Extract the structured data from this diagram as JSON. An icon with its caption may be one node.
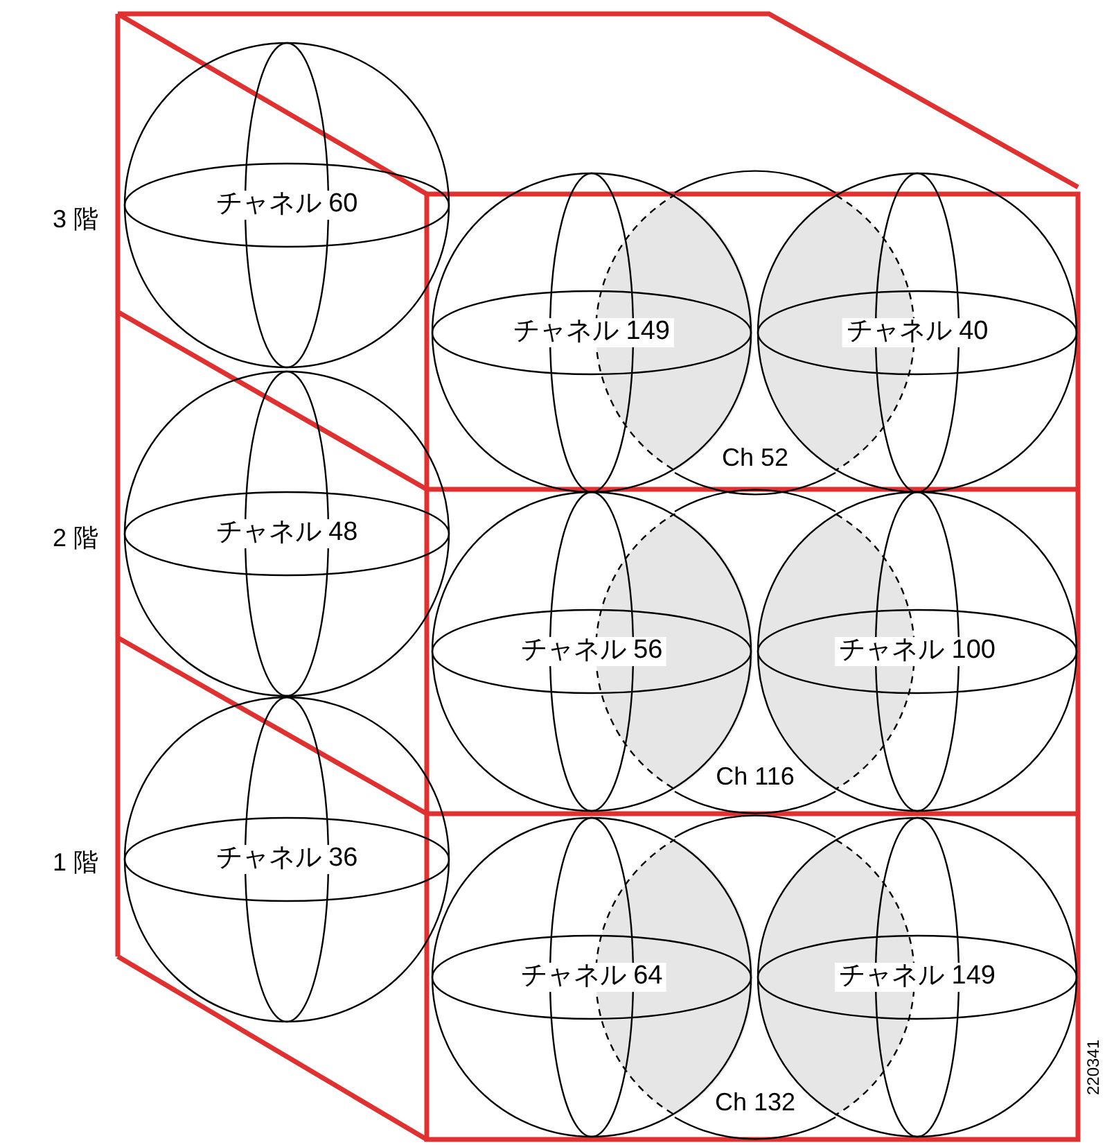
{
  "diagram": {
    "nodes": [
      {
        "text": [
          "チャネル 60"
        ]
      },
      {
        "text": [
          "チャネル 149"
        ]
      },
      {
        "text": [
          "チャネル 40"
        ]
      },
      {
        "text": [
          "Ch 52"
        ]
      },
      {
        "text": [
          "チャネル 48"
        ]
      },
      {
        "text": [
          "チャネル 56"
        ]
      },
      {
        "text": [
          "チャネル 100"
        ]
      },
      {
        "text": [
          "Ch 116"
        ]
      },
      {
        "text": [
          "チャネル 36"
        ]
      },
      {
        "text": [
          "チャネル 64"
        ]
      },
      {
        "text": [
          "チャネル 149"
        ]
      },
      {
        "text": [
          "Ch 132"
        ]
      }
    ],
    "labels": [
      "3 階",
      "2 階",
      "1 階",
      "220341"
    ]
  }
}
